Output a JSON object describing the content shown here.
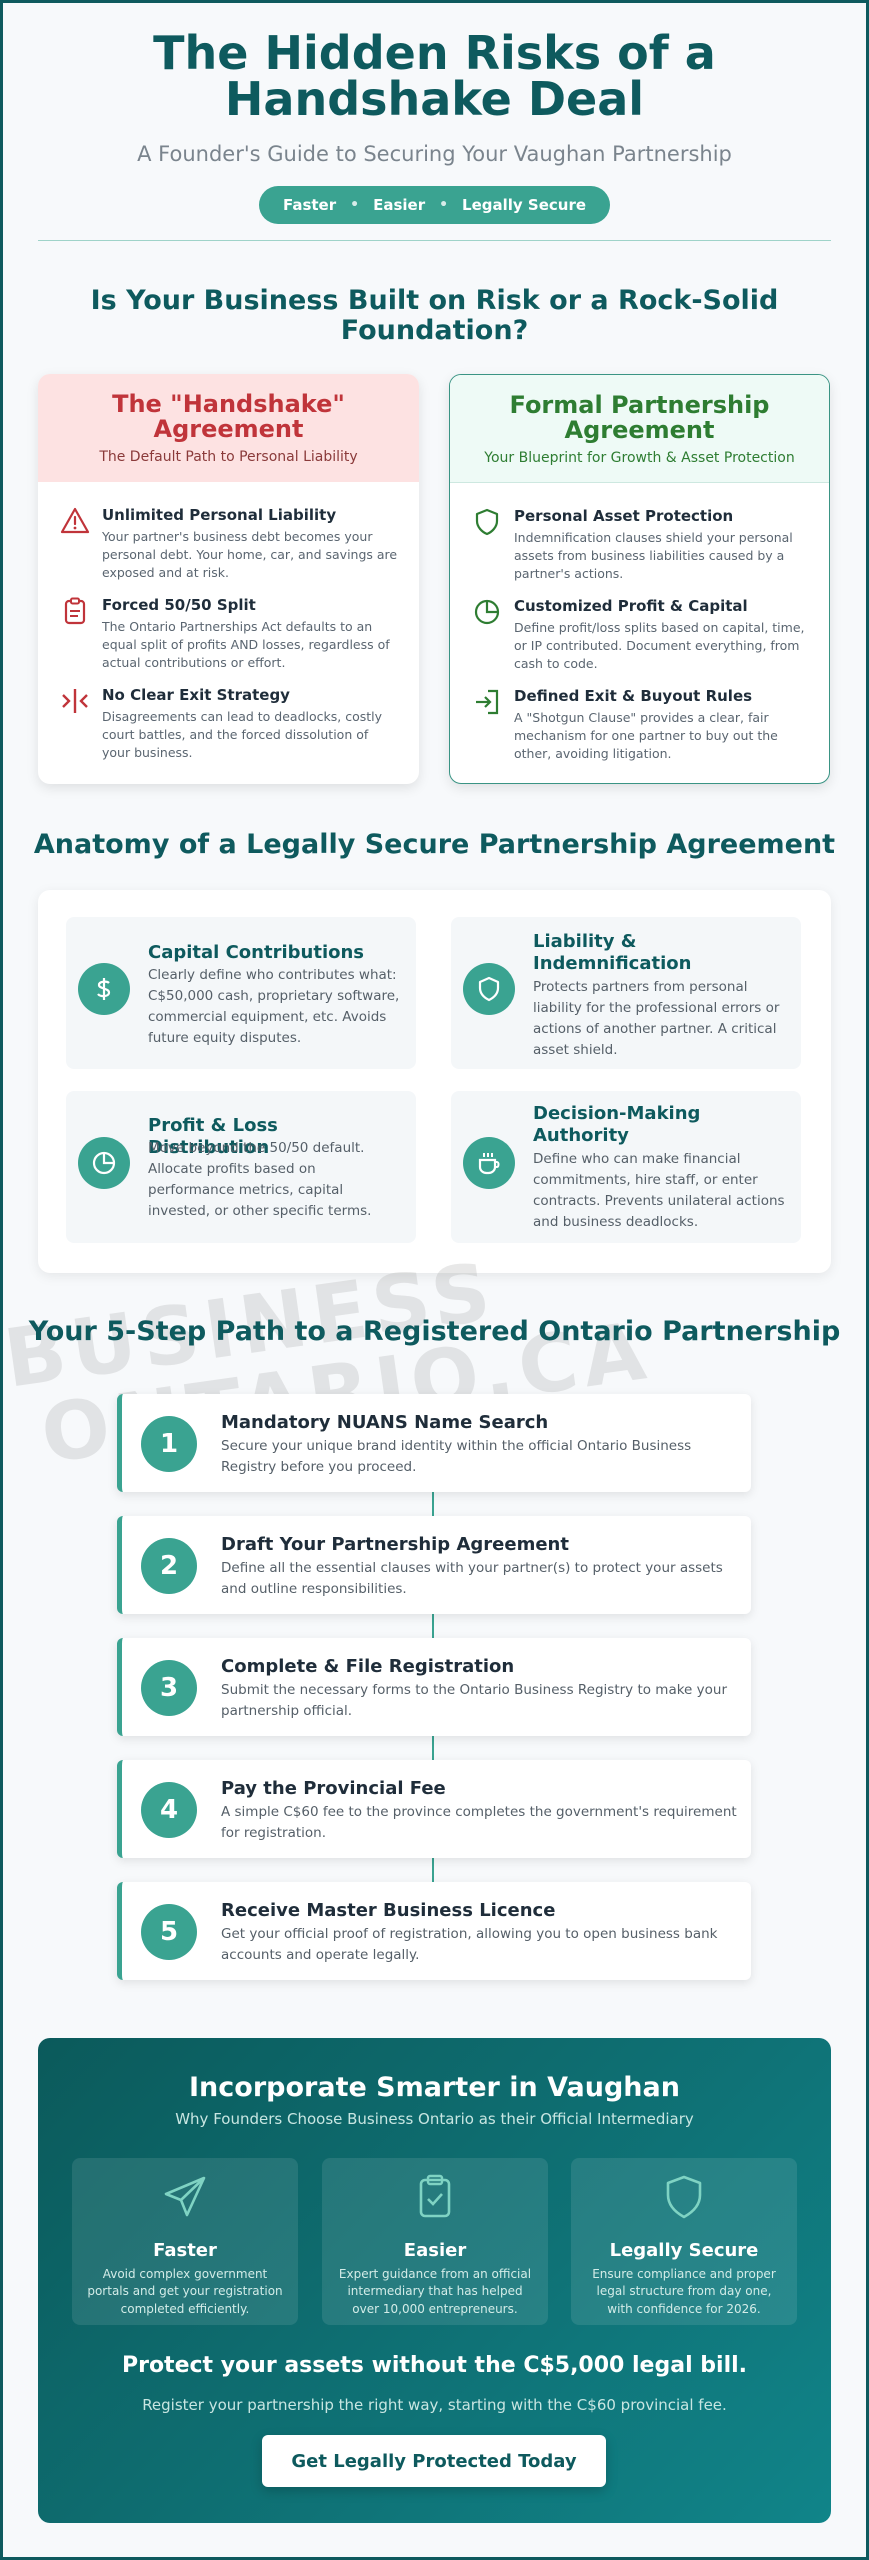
{
  "header": {
    "title_line1": "The Hidden Risks of a",
    "title_line2": "Handshake Deal",
    "subtitle": "A Founder's Guide to Securing Your Vaughan Partnership",
    "pill": [
      "Faster",
      "Easier",
      "Legally Secure"
    ],
    "pill_separator": "•"
  },
  "comparison": {
    "title": "Is Your Business Built on Risk or a Rock-Solid Foundation?",
    "handshake": {
      "title": "The \"Handshake\" Agreement",
      "subtitle": "The Default Path to Personal Liability",
      "items": [
        {
          "icon": "warning-icon",
          "title": "Unlimited Personal Liability",
          "desc": "Your partner's business debt becomes your personal debt. Your home, car, and savings are exposed and at risk."
        },
        {
          "icon": "clipboard-icon",
          "title": "Forced 50/50 Split",
          "desc": "The Ontario Partnerships Act defaults to an equal split of profits AND losses, regardless of actual contributions or effort."
        },
        {
          "icon": "split-arrows-icon",
          "title": "No Clear Exit Strategy",
          "desc": "Disagreements can lead to deadlocks, costly court battles, and the forced dissolution of your business."
        }
      ]
    },
    "formal": {
      "title": "Formal Partnership Agreement",
      "subtitle": "Your Blueprint for Growth & Asset Protection",
      "items": [
        {
          "icon": "shield-icon",
          "title": "Personal Asset Protection",
          "desc": "Indemnification clauses shield your personal assets from business liabilities caused by a partner's actions."
        },
        {
          "icon": "pie-chart-icon",
          "title": "Customized Profit & Capital",
          "desc": "Define profit/loss splits based on capital, time, or IP contributed. Document everything, from cash to code."
        },
        {
          "icon": "exit-arrow-icon",
          "title": "Defined Exit & Buyout Rules",
          "desc": "A \"Shotgun Clause\" provides a clear, fair mechanism for one partner to buy out the other, avoiding litigation."
        }
      ]
    }
  },
  "anatomy": {
    "title": "Anatomy of a Legally Secure Partnership Agreement",
    "items": [
      {
        "icon": "dollar-icon",
        "title": "Capital Contributions",
        "desc": "Clearly define who contributes what: C$50,000 cash, proprietary software, commercial equipment, etc. Avoids future equity disputes."
      },
      {
        "icon": "shield-icon",
        "title": "Liability & Indemnification",
        "desc": "Protects partners from personal liability for the professional errors or actions of another partner. A critical asset shield."
      },
      {
        "icon": "pie-chart-icon",
        "title": "Profit & Loss Distribution",
        "desc": "Move beyond the 50/50 default. Allocate profits based on performance metrics, capital invested, or other specific terms."
      },
      {
        "icon": "coffee-cup-icon",
        "title": "Decision-Making Authority",
        "desc": "Define who can make financial commitments, hire staff, or enter contracts. Prevents unilateral actions and business deadlocks."
      }
    ]
  },
  "watermark": {
    "line1": "BUSINESS",
    "line2": "ONTARIO.CA"
  },
  "steps": {
    "title": "Your 5-Step Path to a Registered Ontario Partnership",
    "items": [
      {
        "num": "1",
        "title": "Mandatory NUANS Name Search",
        "desc": "Secure your unique brand identity within the official Ontario Business Registry before you proceed."
      },
      {
        "num": "2",
        "title": "Draft Your Partnership Agreement",
        "desc": "Define all the essential clauses with your partner(s) to protect your assets and outline responsibilities."
      },
      {
        "num": "3",
        "title": "Complete & File Registration",
        "desc": "Submit the necessary forms to the Ontario Business Registry to make your partnership official."
      },
      {
        "num": "4",
        "title": "Pay the Provincial Fee",
        "desc": "A simple C$60 fee to the province completes the government's requirement for registration."
      },
      {
        "num": "5",
        "title": "Receive Master Business Licence",
        "desc": "Get your official proof of registration, allowing you to open business bank accounts and operate legally."
      }
    ]
  },
  "cta": {
    "title": "Incorporate Smarter in Vaughan",
    "subtitle": "Why Founders Choose Business Ontario as their Official Intermediary",
    "benefits": [
      {
        "icon": "paper-plane-icon",
        "title": "Faster",
        "desc": "Avoid complex government portals and get your registration completed efficiently."
      },
      {
        "icon": "clipboard-check-icon",
        "title": "Easier",
        "desc": "Expert guidance from an official intermediary that has helped over 10,000 entrepreneurs."
      },
      {
        "icon": "shield-icon",
        "title": "Legally Secure",
        "desc": "Ensure compliance and proper legal structure from day one, with confidence for 2026."
      }
    ],
    "strong": "Protect your assets without the C$5,000 legal bill.",
    "small": "Register your partnership the right way, starting with the C$60 provincial fee.",
    "button": "Get Legally Protected Today"
  },
  "colors": {
    "brand_dark": "#0e5a5e",
    "accent": "#3aa391",
    "risk_red": "#c0343a",
    "safe_green": "#2e7d32"
  }
}
